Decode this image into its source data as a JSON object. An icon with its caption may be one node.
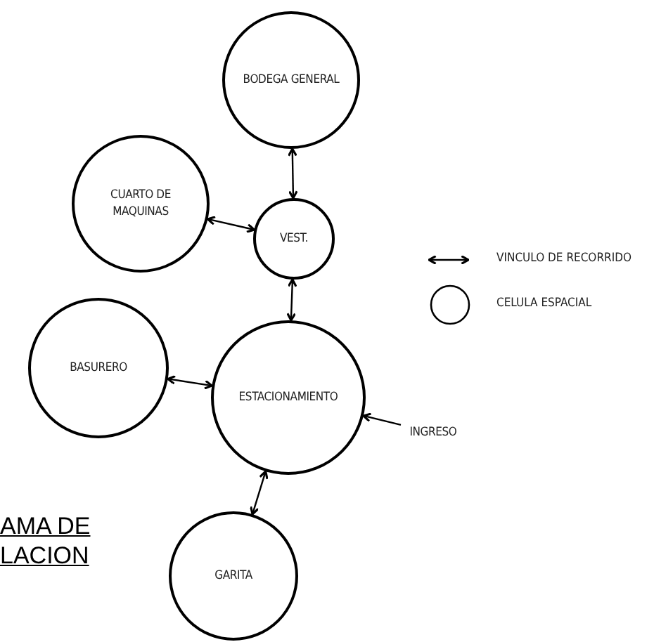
{
  "diagram": {
    "title": "AMA DE LACION",
    "nodes": [
      {
        "text": [
          "BODEGA GENERAL"
        ]
      },
      {
        "text": [
          "CUARTO DE MAQUINAS"
        ]
      },
      {
        "text": [
          "VEST."
        ]
      },
      {
        "text": [
          "BASURERO"
        ]
      },
      {
        "text": [
          "ESTACIONAMIENTO"
        ]
      },
      {
        "text": [
          "GARITA"
        ]
      },
      {
        "text": [
          "INGRESO"
        ]
      }
    ],
    "edges": [
      {
        "from": 0,
        "to": 2,
        "arrow": "both"
      },
      {
        "from": 1,
        "to": 2,
        "arrow": "both"
      },
      {
        "from": 2,
        "to": 4,
        "arrow": "both"
      },
      {
        "from": 3,
        "to": 4,
        "arrow": "both"
      },
      {
        "from": 4,
        "to": 5,
        "arrow": "both"
      },
      {
        "from": 6,
        "to": 4,
        "arrow": "to"
      }
    ],
    "legend": [
      {
        "text": "VINCULO DE RECORRIDO"
      },
      {
        "text": "CELULA ESPACIAL"
      }
    ]
  }
}
